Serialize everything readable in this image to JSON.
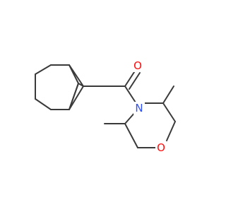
{
  "molecule": {
    "atoms": {
      "oxygen_carbonyl": {
        "label": "O",
        "color": "#ff0d0d"
      },
      "nitrogen": {
        "label": "N",
        "color": "#3050f8"
      },
      "oxygen_ring": {
        "label": "O",
        "color": "#ff0d0d"
      }
    },
    "bond_color": "#3a3a3a",
    "background": "#ffffff"
  }
}
